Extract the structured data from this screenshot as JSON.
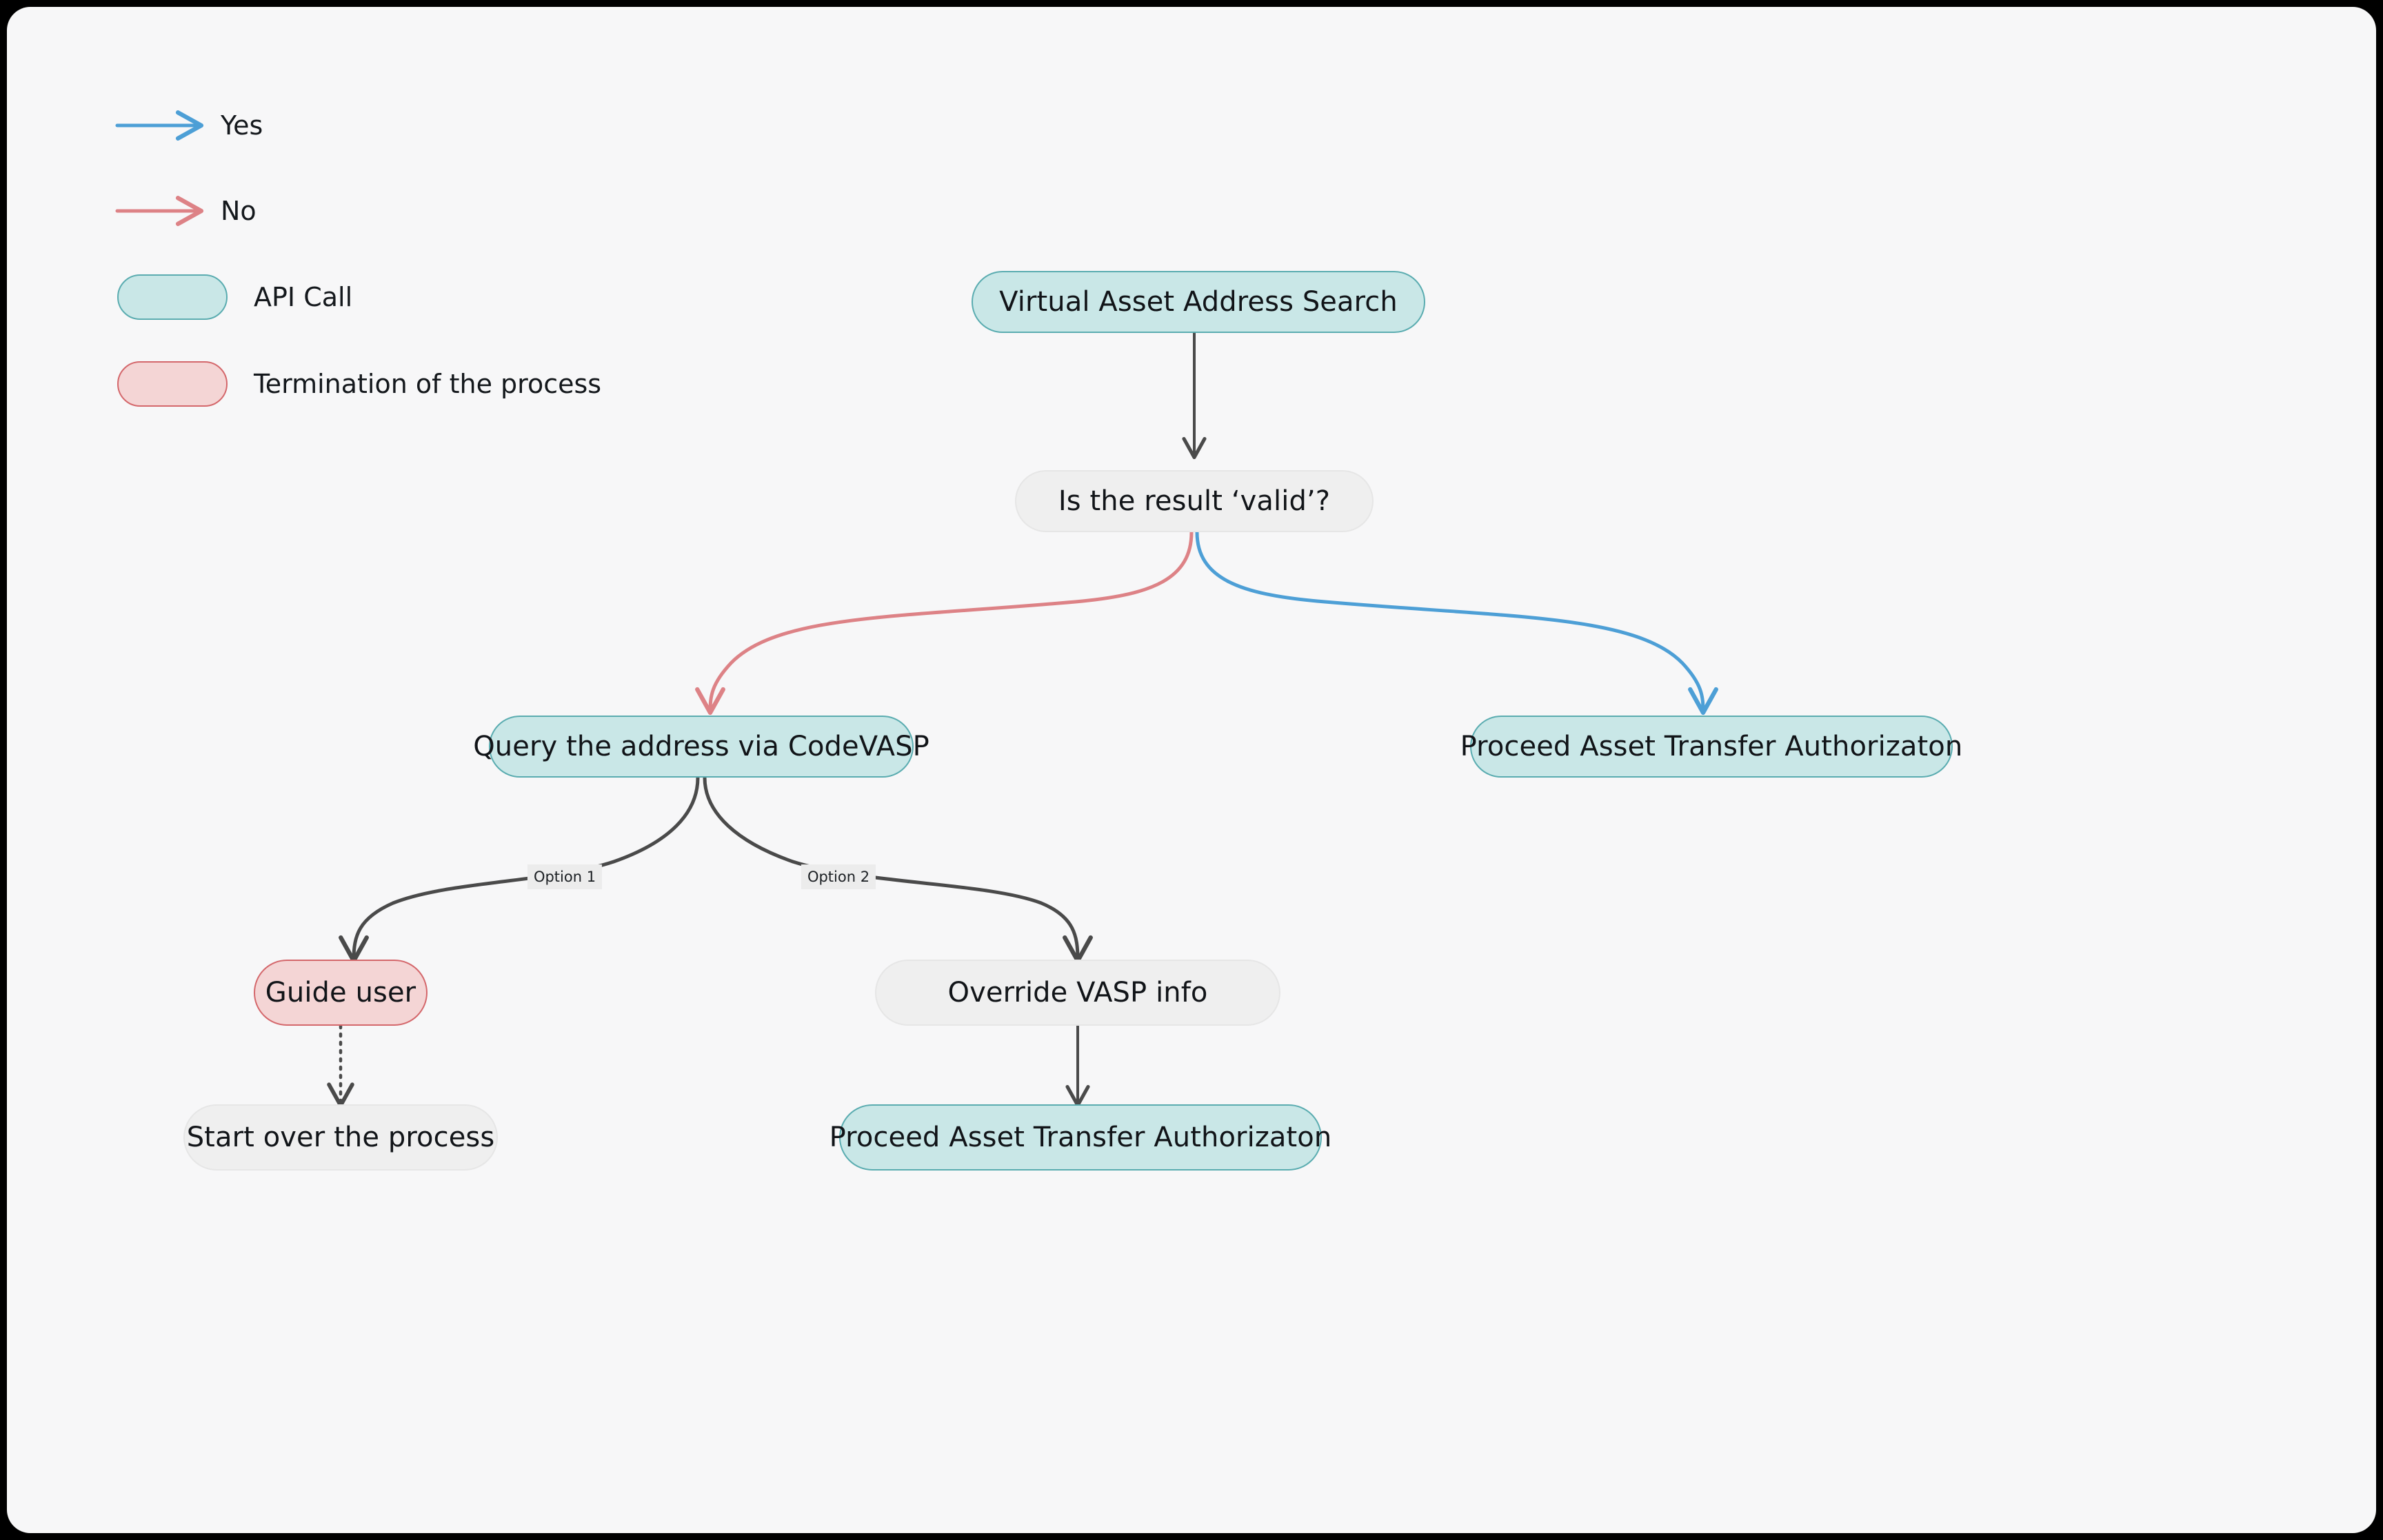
{
  "canvas": {
    "background": "#f7f7f8",
    "backdrop": "#000000"
  },
  "colors": {
    "yes_edge": "#4d9fd6",
    "no_edge": "#dd8286",
    "default_edge": "#4a4a4a",
    "api_fill": "#c9e7e7",
    "api_stroke": "#5aacb0",
    "plain_fill": "#efefef",
    "plain_stroke": "#e6e6e6",
    "stop_fill": "#f4d5d5",
    "stop_stroke": "#d4676b",
    "label_bg": "#ececec",
    "text": "#111418"
  },
  "legend": {
    "items": [
      {
        "kind": "arrow",
        "color": "#4d9fd6",
        "label": "Yes"
      },
      {
        "kind": "arrow",
        "color": "#dd8286",
        "label": "No"
      },
      {
        "kind": "swatch",
        "style": "api",
        "label": "API Call"
      },
      {
        "kind": "swatch",
        "style": "stop",
        "label": "Termination of the process"
      }
    ]
  },
  "chart_data": {
    "type": "flowchart",
    "title": "Virtual Asset Address Search decision flow",
    "direction": "top-down",
    "nodes": [
      {
        "id": "search",
        "label": "Virtual Asset Address Search",
        "style": "api"
      },
      {
        "id": "valid",
        "label": "Is the result ‘valid’?",
        "style": "plain"
      },
      {
        "id": "codevasp",
        "label": "Query the address via CodeVASP",
        "style": "api"
      },
      {
        "id": "proceed1",
        "label": "Proceed Asset Transfer Authorizaton",
        "style": "api"
      },
      {
        "id": "guide",
        "label": "Guide user",
        "style": "stop"
      },
      {
        "id": "override",
        "label": "Override VASP info",
        "style": "plain"
      },
      {
        "id": "startover",
        "label": "Start over the process",
        "style": "plain"
      },
      {
        "id": "proceed2",
        "label": "Proceed Asset Transfer Authorizaton",
        "style": "api"
      }
    ],
    "edges": [
      {
        "from": "search",
        "to": "valid",
        "label": "",
        "type": "default",
        "line": "solid"
      },
      {
        "from": "valid",
        "to": "codevasp",
        "label": "",
        "type": "no",
        "line": "solid"
      },
      {
        "from": "valid",
        "to": "proceed1",
        "label": "",
        "type": "yes",
        "line": "solid"
      },
      {
        "from": "codevasp",
        "to": "guide",
        "label": "Option 1",
        "type": "default",
        "line": "solid"
      },
      {
        "from": "codevasp",
        "to": "override",
        "label": "Option 2",
        "type": "default",
        "line": "solid"
      },
      {
        "from": "guide",
        "to": "startover",
        "label": "",
        "type": "default",
        "line": "dotted"
      },
      {
        "from": "override",
        "to": "proceed2",
        "label": "",
        "type": "default",
        "line": "solid"
      }
    ]
  }
}
